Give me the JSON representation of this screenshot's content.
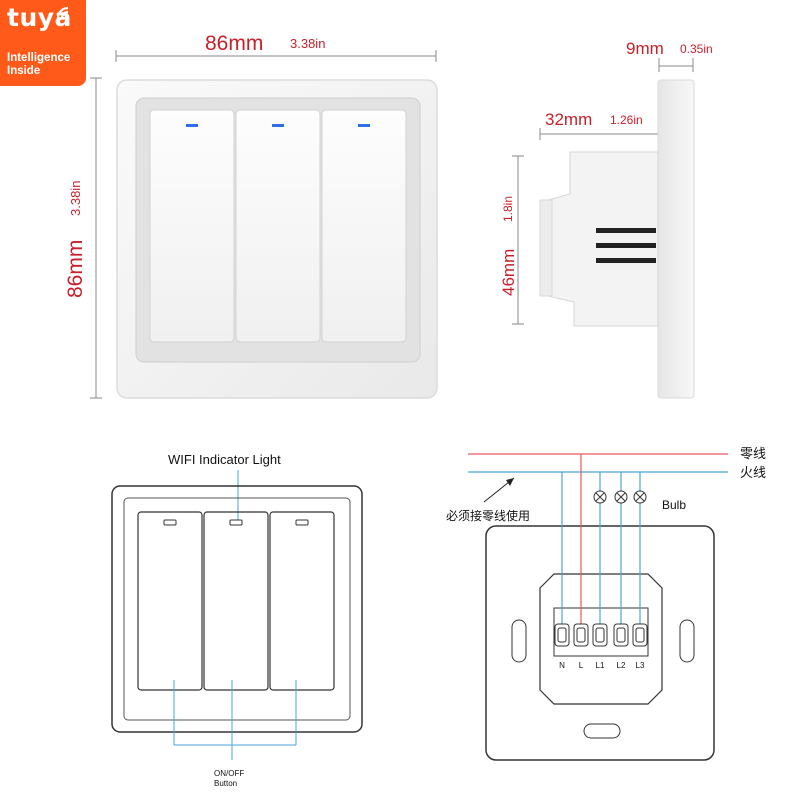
{
  "logo": {
    "brand": "tuya",
    "subtitle_line1": "Intelligence",
    "subtitle_line2": "Inside",
    "color": "#ff5a1a"
  },
  "front_view": {
    "width_mm": "86mm",
    "width_in": "3.38in",
    "height_mm": "86mm",
    "height_in": "3.38in",
    "indicator_color": "#2f6fe6",
    "gang_count": 3
  },
  "side_view": {
    "depth_mm": "9mm",
    "depth_in": "0.35in",
    "body_mm": "32mm",
    "body_in": "1.26in",
    "height_mm": "46mm",
    "height_in": "1.8in"
  },
  "front_diagram": {
    "indicator_label": "WIFI Indicator Light",
    "button_label_line1": "ON/OFF",
    "button_label_line2": "Button"
  },
  "wiring": {
    "neutral_label": "零线",
    "live_label": "火线",
    "note": "必须接零线使用",
    "bulb_label": "Bulb",
    "terminals": [
      "N",
      "L",
      "L1",
      "L2",
      "L3"
    ],
    "neutral_color": "#e9575f",
    "live_color": "#4aa6d8"
  }
}
